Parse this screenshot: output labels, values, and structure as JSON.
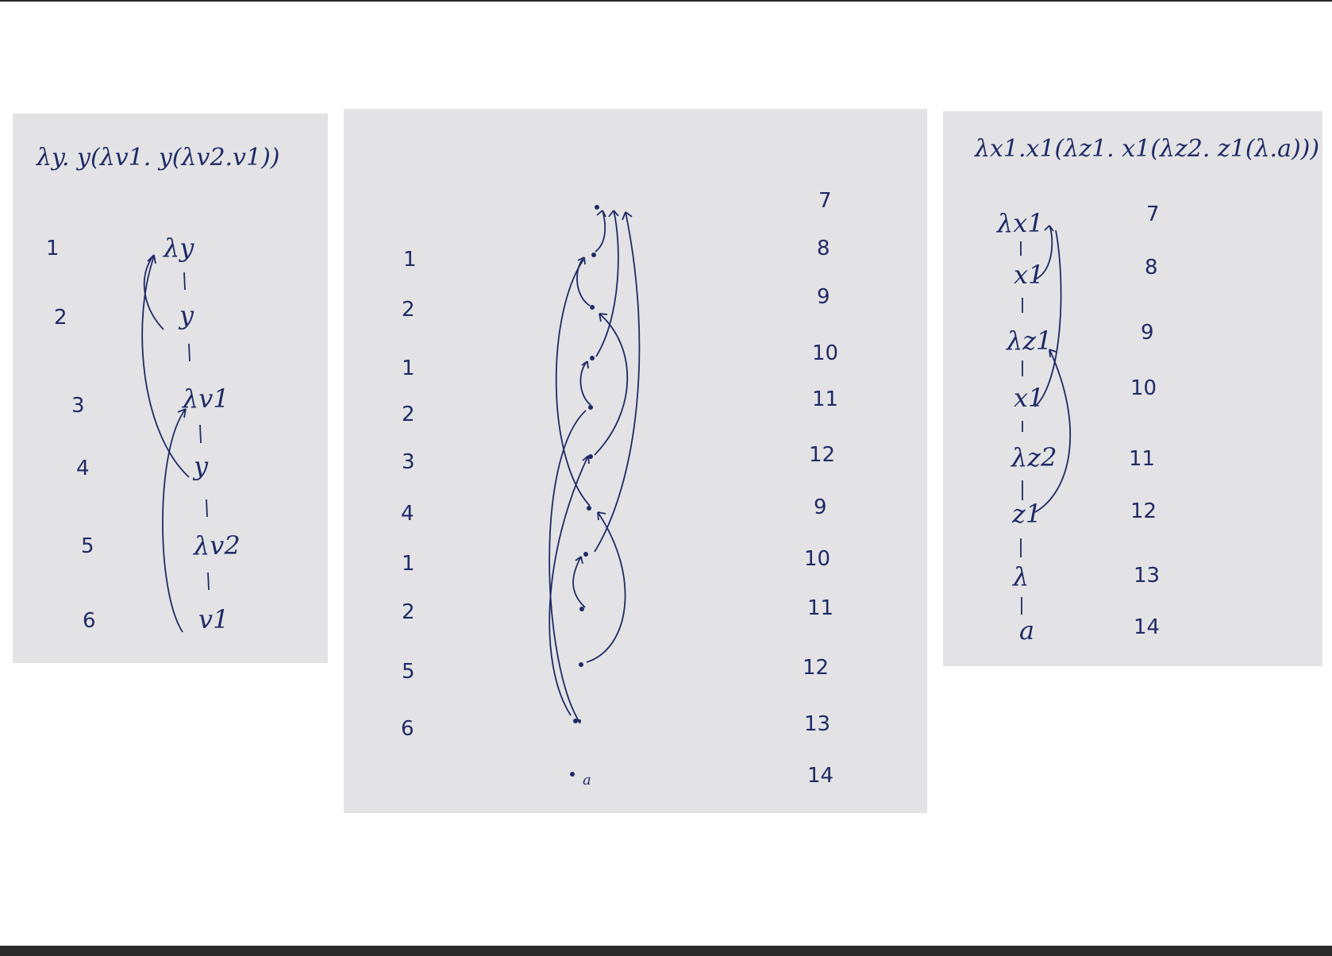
{
  "left_panel": {
    "formula": "λy. y(λv1. y(λv2.v1))",
    "levels": [
      "1",
      "2",
      "3",
      "4",
      "5",
      "6"
    ],
    "nodes": [
      "λy",
      "y",
      "λv1",
      "y",
      "λv2",
      "v1"
    ]
  },
  "middle_panel": {
    "left_numbers": [
      "1",
      "2",
      "1",
      "2",
      "3",
      "4",
      "1",
      "2",
      "5",
      "6"
    ],
    "right_numbers": [
      "7",
      "8",
      "9",
      "10",
      "11",
      "12",
      "9",
      "10",
      "11",
      "12",
      "13",
      "14"
    ],
    "bottom_label": "a"
  },
  "right_panel": {
    "formula": "λx1.x1(λz1. x1(λz2. z1(λ.a)))",
    "nodes": [
      "λx1",
      "x1",
      "λz1",
      "x1",
      "λz2",
      "z1",
      "λ",
      "a"
    ],
    "numbers": [
      "7",
      "8",
      "9",
      "10",
      "11",
      "12",
      "13",
      "14"
    ]
  },
  "colors": {
    "ink": "#1f2a66",
    "paper": "#e3e3e5"
  }
}
